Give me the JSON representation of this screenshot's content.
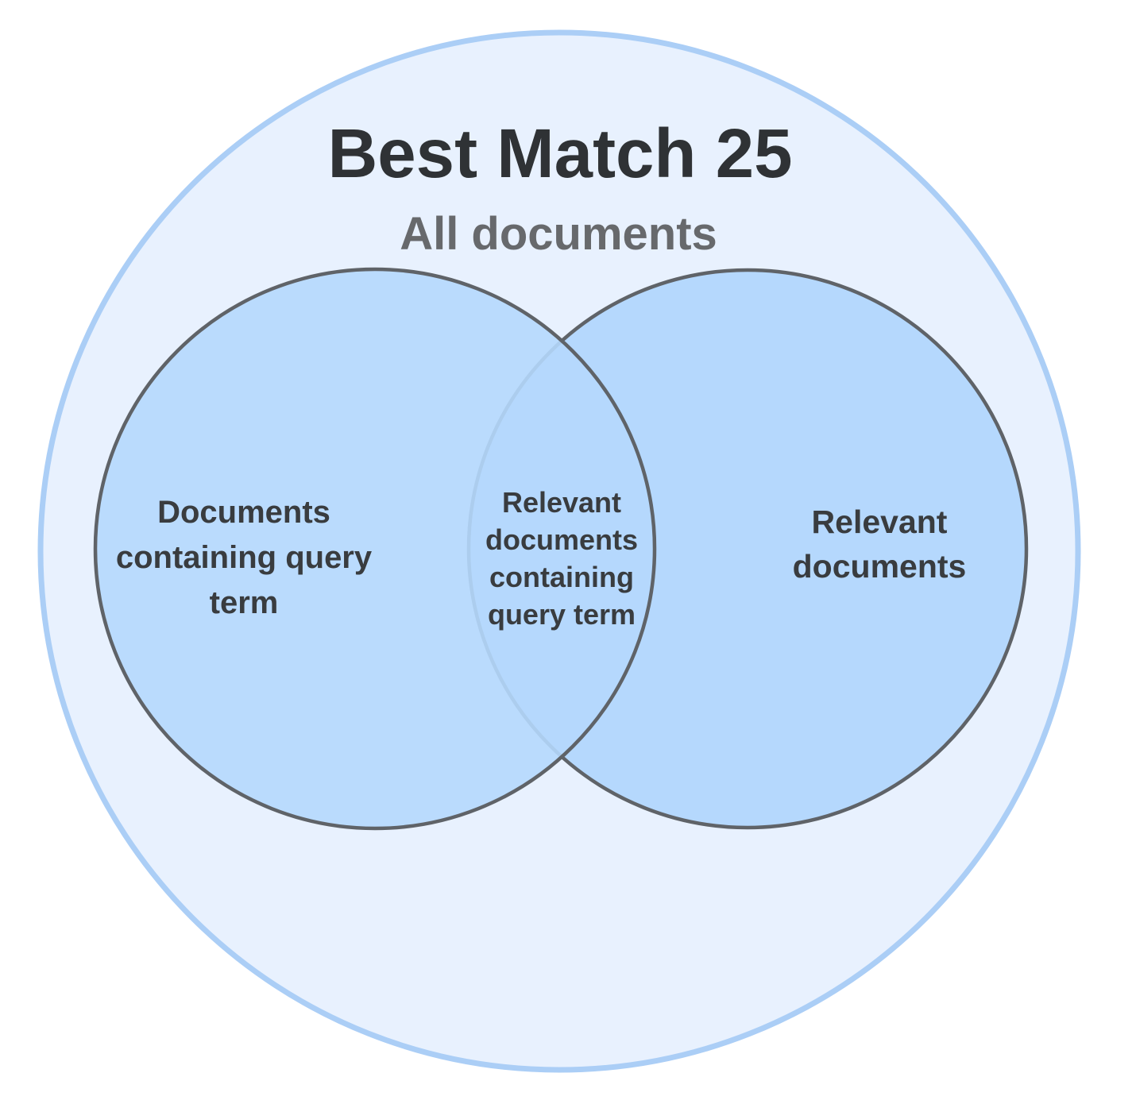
{
  "diagram": {
    "type": "venn",
    "title": "Best Match 25",
    "outer_set": {
      "label": "All documents"
    },
    "sets": {
      "left": {
        "label": "Documents containing query term",
        "label_lines": [
          "Documents",
          "containing query",
          "term"
        ]
      },
      "right": {
        "label": "Relevant documents",
        "label_lines": [
          "Relevant",
          "documents"
        ]
      },
      "intersection": {
        "label": "Relevant documents containing query term",
        "label_lines": [
          "Relevant",
          "documents",
          "containing",
          "query term"
        ]
      }
    },
    "colors": {
      "outer_fill": "#e8f1fe",
      "outer_stroke": "#abcef6",
      "set_fill": "#b5d8fd",
      "set_stroke": "#5f6368",
      "title_color": "#2f3235",
      "subtitle_color": "#67696c",
      "label_color": "#393c3f"
    }
  }
}
